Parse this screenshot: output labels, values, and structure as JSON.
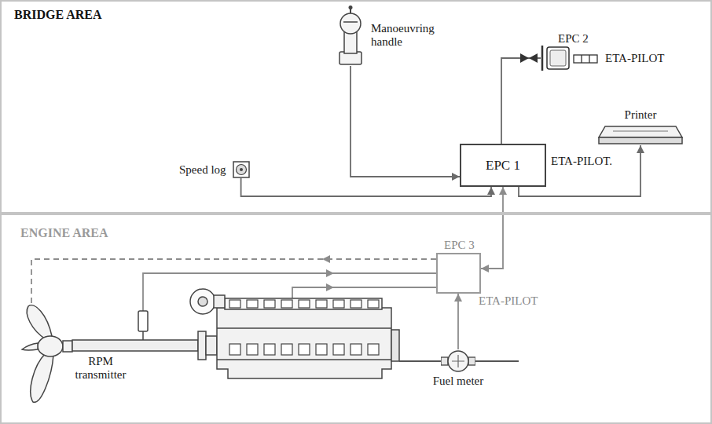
{
  "diagram": {
    "nodes": [
      {
        "text": [
          "BRIDGE AREA"
        ]
      },
      {
        "text": [
          "Manoeuvring handle"
        ],
        "in": 0
      },
      {
        "text": [
          "EPC 2",
          "ETA-PILOT"
        ],
        "in": 0
      },
      {
        "text": [
          "Printer"
        ],
        "in": 0
      },
      {
        "text": [
          "Speed log"
        ],
        "in": 0
      },
      {
        "text": [
          "EPC 1",
          "ETA-PILOT."
        ],
        "in": 0
      },
      {
        "text": [
          "ENGINE AREA"
        ]
      },
      {
        "text": [
          "EPC 3",
          "ETA-PILOT"
        ],
        "in": 6
      },
      {
        "text": [
          "Fuel meter"
        ],
        "in": 6
      }
    ],
    "edges": [
      {
        "from": 1,
        "to": 5,
        "arrow": "to"
      },
      {
        "from": 4,
        "to": 5,
        "arrow": "to"
      },
      {
        "from": 5,
        "to": 3,
        "arrow": "to"
      },
      {
        "from": 5,
        "to": 2,
        "arrow": "none"
      },
      {
        "from": 5,
        "to": 7,
        "arrow": "both"
      },
      {
        "from": 8,
        "to": 7,
        "arrow": "to"
      }
    ],
    "labels": [
      "RPM transmitter"
    ]
  }
}
